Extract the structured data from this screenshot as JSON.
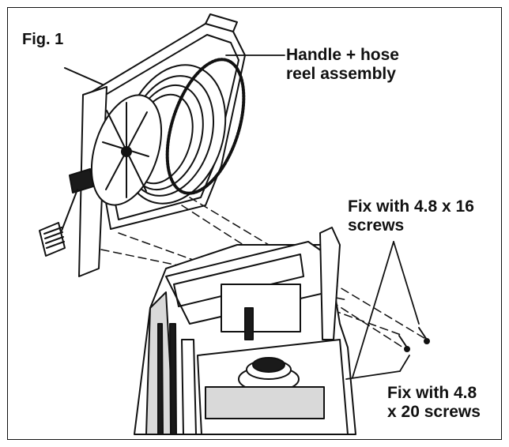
{
  "figure_label": "Fig. 1",
  "callouts": {
    "handle_line1": "Handle + hose",
    "handle_line2": "reel assembly",
    "screws16_line1": "Fix with 4.8 x 16",
    "screws16_line2": "screws",
    "screws20_line1": "Fix with 4.8",
    "screws20_line2": "x 20 screws"
  },
  "colors": {
    "line": "#111111",
    "background": "#ffffff",
    "fill_dark": "#1a1a1a",
    "fill_grey": "#d9d9d9"
  }
}
